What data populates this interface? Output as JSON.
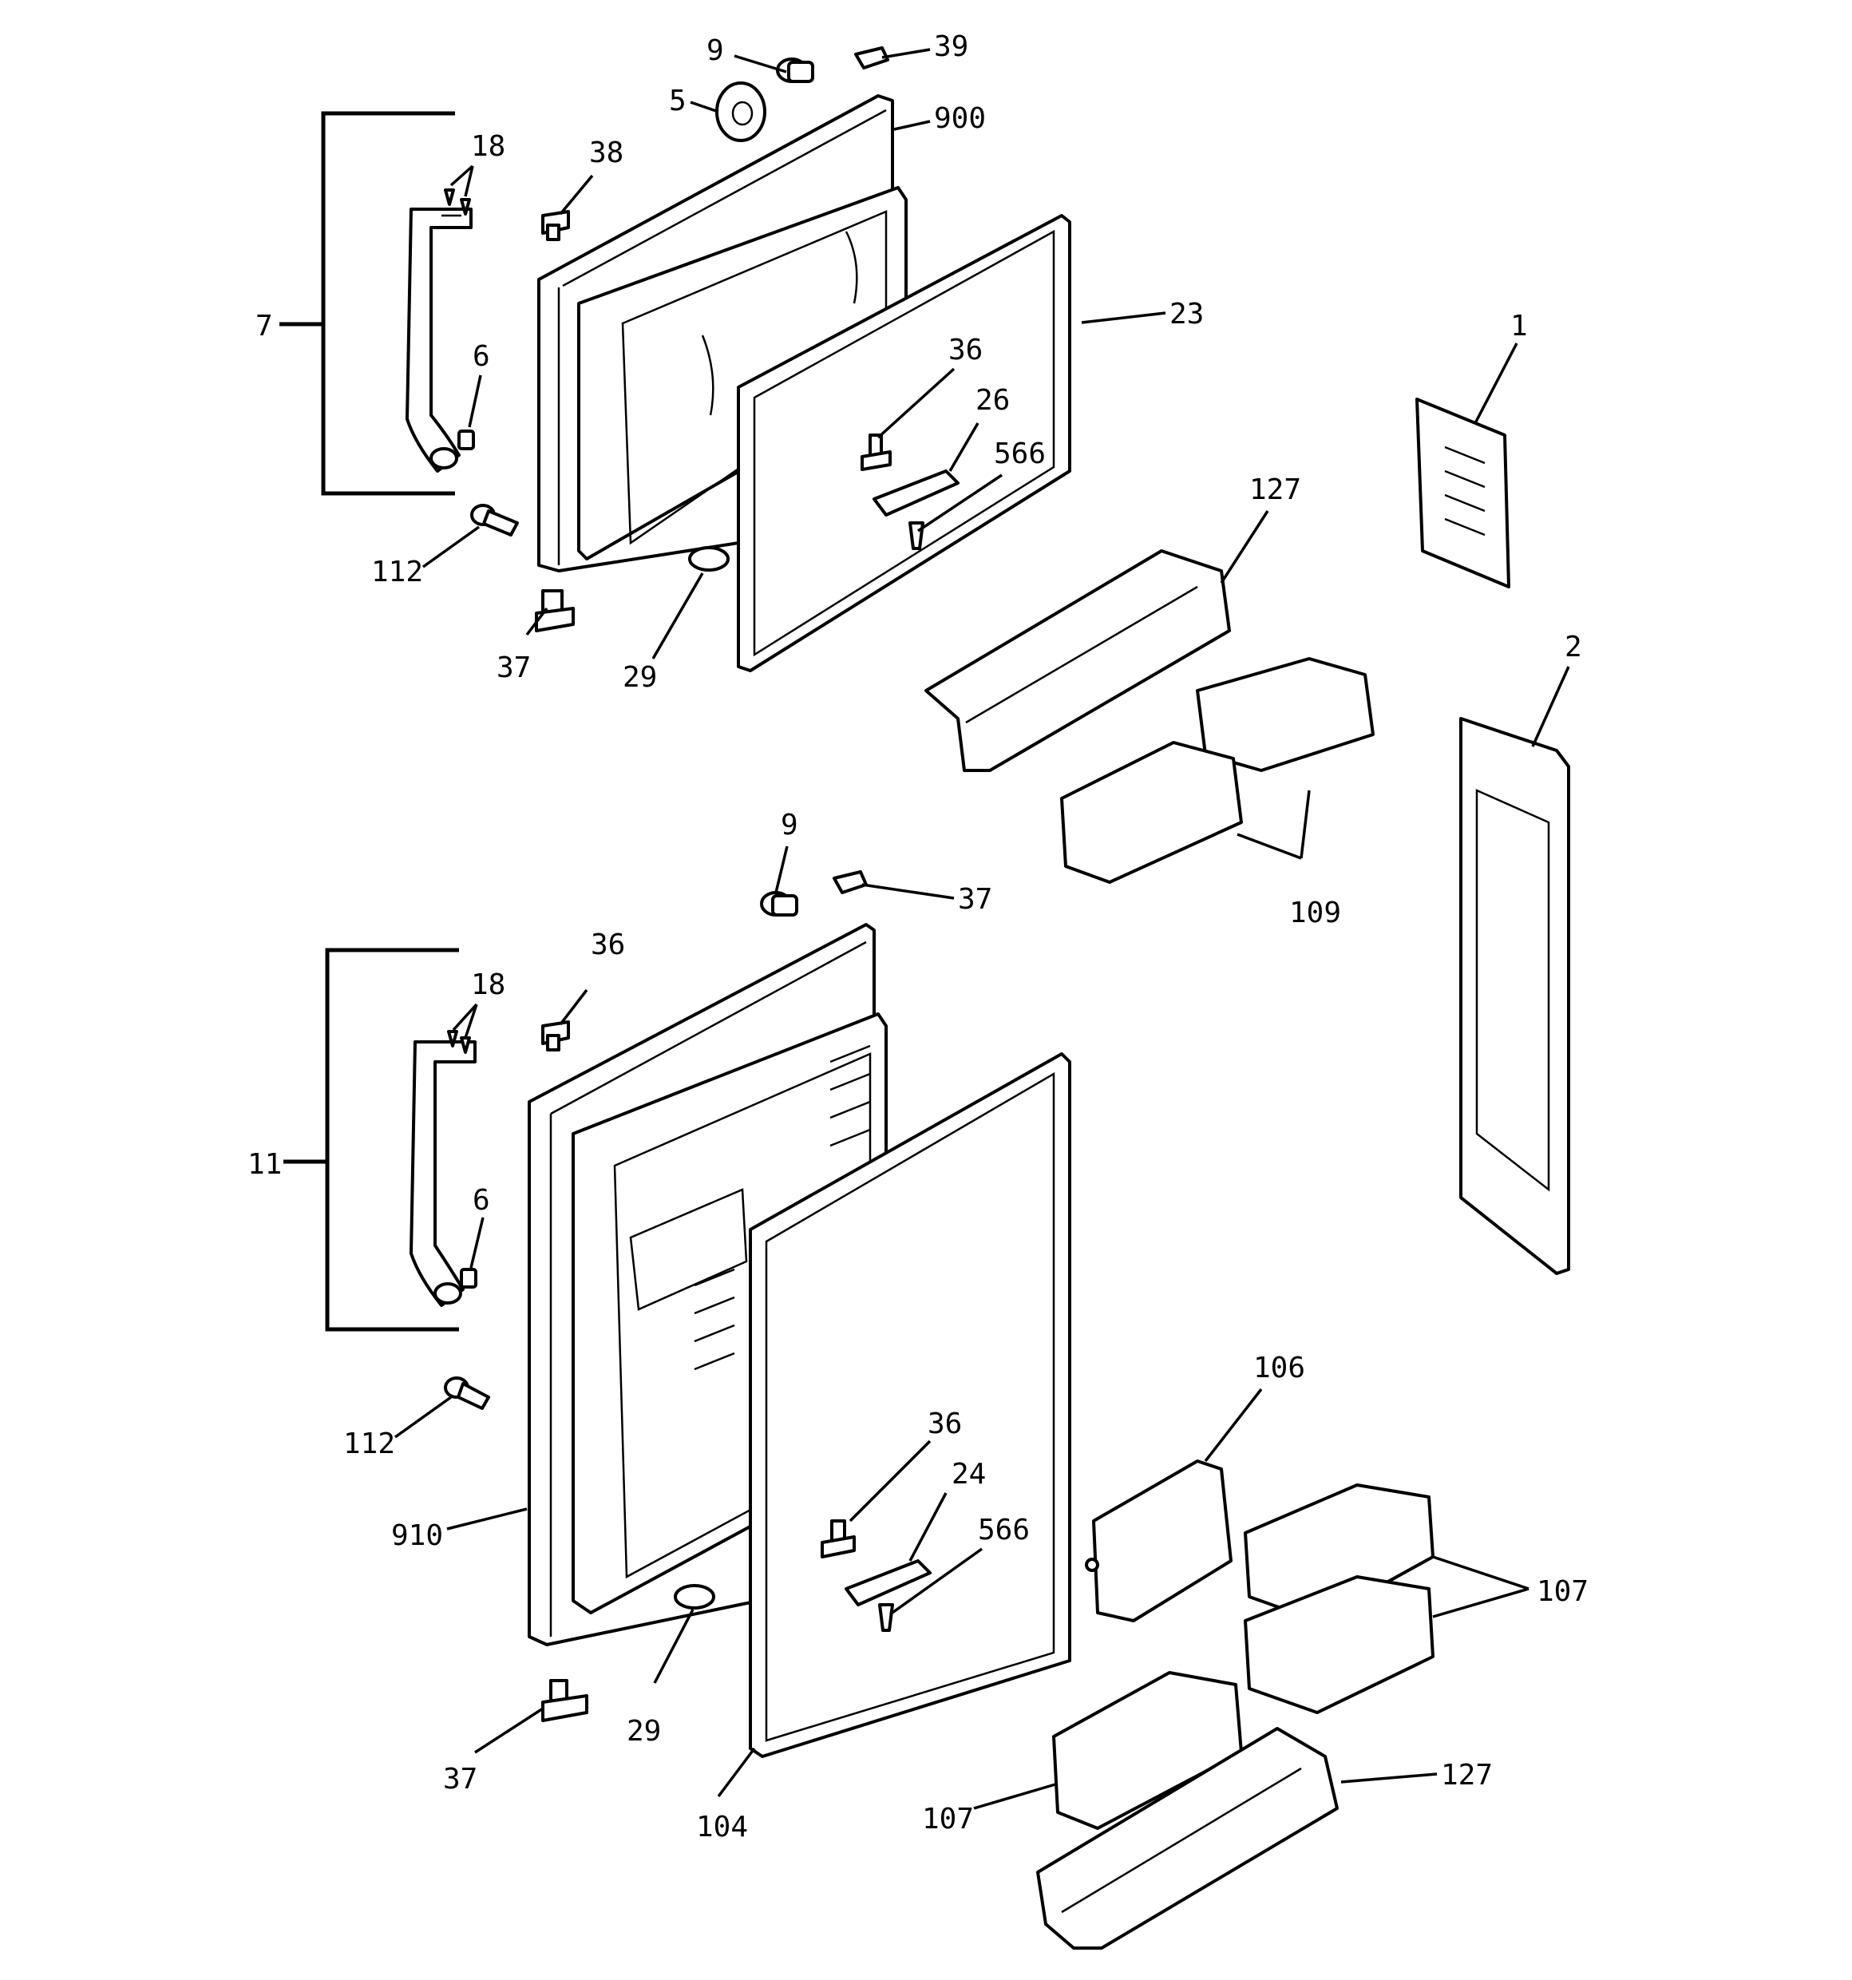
{
  "diagram": {
    "labels": {
      "l7": "7",
      "l18a": "18",
      "l6a": "6",
      "l112a": "112",
      "l37a": "37",
      "l38": "38",
      "l9a": "9",
      "l5": "5",
      "l39": "39",
      "l900": "900",
      "l23": "23",
      "l36a": "36",
      "l26": "26",
      "l566a": "566",
      "l29a": "29",
      "l127a": "127",
      "l1": "1",
      "l2": "2",
      "l109": "109",
      "l9b": "9",
      "l37b": "37",
      "l36b": "36",
      "l18b": "18",
      "l11": "11",
      "l6b": "6",
      "l112b": "112",
      "l910": "910",
      "l29b": "29",
      "l37c": "37",
      "l104": "104",
      "l36c": "36",
      "l24": "24",
      "l566b": "566",
      "l106": "106",
      "l107a": "107",
      "l107b": "107",
      "l127b": "127"
    }
  }
}
